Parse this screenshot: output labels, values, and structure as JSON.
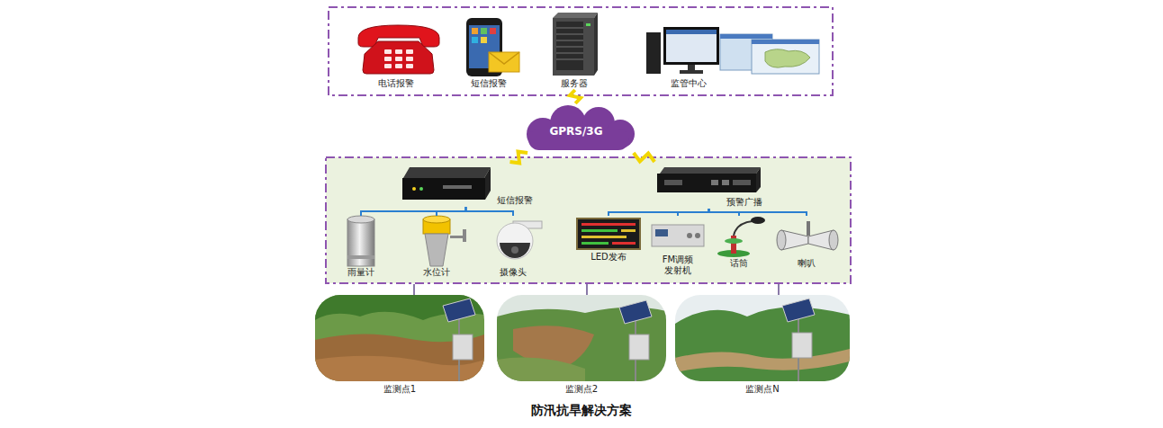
{
  "diagram": {
    "caption": "防汛抗旱解决方案",
    "nodes": [
      {
        "text": [
          "电话报警"
        ]
      },
      {
        "text": [
          "短信报警"
        ]
      },
      {
        "text": [
          "服务器"
        ]
      },
      {
        "text": [
          "监管中心"
        ]
      },
      {
        "text": [
          "GPRS/3G"
        ]
      },
      {
        "text": [
          "短信报警"
        ]
      },
      {
        "text": [
          "预警广播"
        ]
      },
      {
        "text": [
          "雨量计"
        ]
      },
      {
        "text": [
          "水位计"
        ]
      },
      {
        "text": [
          "摄像头"
        ]
      },
      {
        "text": [
          "LED发布"
        ]
      },
      {
        "text": [
          "FM调频 发射机"
        ]
      },
      {
        "text": [
          "话筒"
        ]
      },
      {
        "text": [
          "喇叭"
        ]
      },
      {
        "text": [
          "监测点1"
        ]
      },
      {
        "text": [
          "监测点2"
        ]
      },
      {
        "text": [
          "监测点N"
        ]
      }
    ],
    "edges": [
      {
        "from": 4,
        "to": 2,
        "arrow": "none"
      },
      {
        "from": 4,
        "to": 5,
        "arrow": "none"
      },
      {
        "from": 4,
        "to": 6,
        "arrow": "none"
      },
      {
        "from": 5,
        "to": 7,
        "arrow": "none"
      },
      {
        "from": 5,
        "to": 8,
        "arrow": "none"
      },
      {
        "from": 5,
        "to": 9,
        "arrow": "none"
      },
      {
        "from": 6,
        "to": 10,
        "arrow": "none"
      },
      {
        "from": 6,
        "to": 11,
        "arrow": "none"
      },
      {
        "from": 6,
        "to": 12,
        "arrow": "none"
      },
      {
        "from": 6,
        "to": 13,
        "arrow": "none"
      }
    ]
  }
}
